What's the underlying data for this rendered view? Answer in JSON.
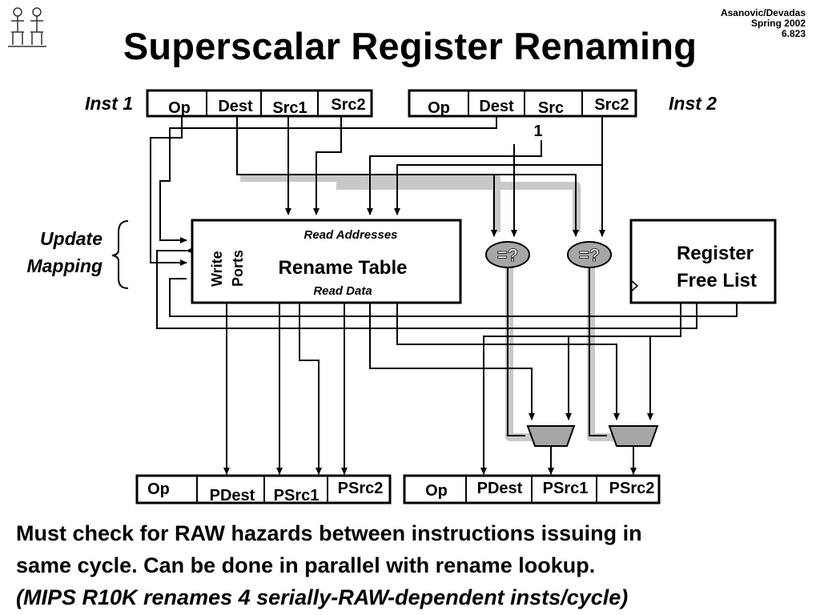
{
  "slide": {
    "title": "Superscalar Register Renaming",
    "credit": [
      "Asanovic/Devadas",
      "Spring 2002",
      "6.823"
    ]
  },
  "diagram": {
    "inst1_label": "Inst 1",
    "inst2_label": "Inst 2",
    "input_fields": [
      "Op",
      "Dest",
      "Src1",
      "Src2"
    ],
    "inst2_src1_parts": [
      "Src",
      "1"
    ],
    "rename_table": {
      "title": "Rename Table",
      "read_addresses": "Read Addresses",
      "read_data": "Read Data",
      "write_ports": [
        "Write",
        "Ports"
      ]
    },
    "update_mapping": [
      "Update",
      "Mapping"
    ],
    "comparator": "=?",
    "free_list": [
      "Register",
      "Free List"
    ],
    "output_fields": [
      "Op",
      "PDest",
      "PSrc1",
      "PSrc2"
    ]
  },
  "caption": [
    "Must check for RAW hazards between instructions issuing in",
    "same cycle.  Can be done in parallel with rename lookup.",
    "(MIPS R10K renames 4 serially-RAW-dependent insts/cycle)"
  ],
  "colors": {
    "text": "#000000",
    "shadow": "#c8c8c8",
    "mux": "#a6a6a6",
    "comparator": "#a6a6a6"
  }
}
